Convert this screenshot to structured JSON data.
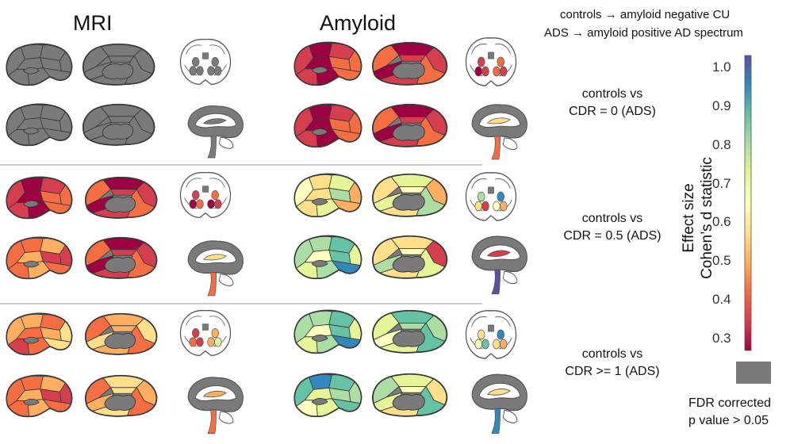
{
  "columns": {
    "mri": "MRI",
    "amyloid": "Amyloid"
  },
  "legend": {
    "line1": "controls → amyloid negative CU",
    "line2": "ADS → amyloid positive AD spectrum"
  },
  "rows": [
    {
      "line1": "controls vs",
      "line2": "CDR = 0 (ADS)"
    },
    {
      "line1": "controls vs",
      "line2": "CDR = 0.5 (ADS)"
    },
    {
      "line1": "controls vs",
      "line2": "CDR >= 1 (ADS)"
    }
  ],
  "colorbar": {
    "label_line1": "Effect size",
    "label_line2": "Cohen’s d statistic",
    "min": 0.27,
    "max": 1.03,
    "ticks": [
      "1.0",
      "0.9",
      "0.8",
      "0.7",
      "0.6",
      "0.5",
      "0.4",
      "0.3"
    ]
  },
  "fdr": {
    "line1": "FDR corrected",
    "line2": "p value > 0.05"
  },
  "colors": {
    "not_significant": "#7a7a7a",
    "outline": "#3a3a3a",
    "palette": [
      "#9e0142",
      "#d53e4f",
      "#f46d43",
      "#fdae61",
      "#fee08b",
      "#ffffbf",
      "#e6f598",
      "#abdda4",
      "#66c2a5",
      "#3288bd",
      "#5e4fa2"
    ]
  }
}
